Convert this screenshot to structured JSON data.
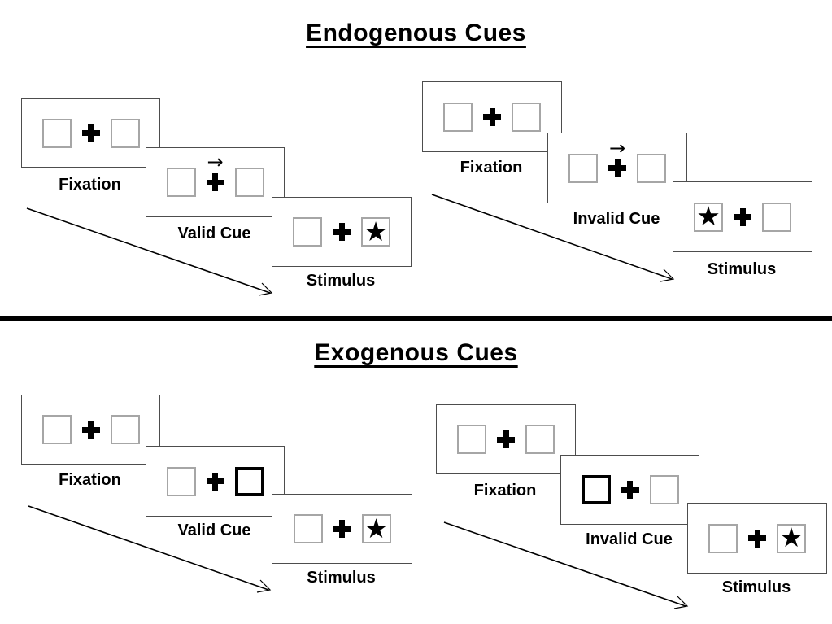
{
  "page": {
    "background": "#ffffff"
  },
  "colors": {
    "panel_border": "#4d4d4d",
    "placeholder_box_border": "#a6a6a6",
    "cue_highlight_border": "#000000",
    "symbol_color": "#000000",
    "divider_color": "#000000"
  },
  "glyphs": {
    "star": "★",
    "cue_arrow": "→"
  },
  "icons": {
    "fixation-cross-icon": "heavy plus cross",
    "cue-direction-arrow-icon": "right arrow",
    "target-star-icon": "filled five-point star",
    "time-sequence-arrow": "diagonal arrow lower-right"
  },
  "sections": [
    {
      "title": "Endogenous Cues",
      "groups": [
        {
          "name": "valid",
          "panels": [
            {
              "label": "Fixation",
              "left_box": "empty",
              "center": "cross",
              "right_box": "empty"
            },
            {
              "label": "Valid Cue",
              "left_box": "empty",
              "center": "cross_with_right_arrow",
              "right_box": "empty"
            },
            {
              "label": "Stimulus",
              "left_box": "empty",
              "center": "cross",
              "right_box": "star"
            }
          ]
        },
        {
          "name": "invalid",
          "panels": [
            {
              "label": "Fixation",
              "left_box": "empty",
              "center": "cross",
              "right_box": "empty"
            },
            {
              "label": "Invalid Cue",
              "left_box": "empty",
              "center": "cross_with_right_arrow",
              "right_box": "empty"
            },
            {
              "label": "Stimulus",
              "left_box": "star",
              "center": "cross",
              "right_box": "empty"
            }
          ]
        }
      ]
    },
    {
      "title": "Exogenous Cues",
      "groups": [
        {
          "name": "valid",
          "panels": [
            {
              "label": "Fixation",
              "left_box": "empty",
              "center": "cross",
              "right_box": "empty"
            },
            {
              "label": "Valid Cue",
              "left_box": "empty",
              "center": "cross",
              "right_box": "highlighted"
            },
            {
              "label": "Stimulus",
              "left_box": "empty",
              "center": "cross",
              "right_box": "star"
            }
          ]
        },
        {
          "name": "invalid",
          "panels": [
            {
              "label": "Fixation",
              "left_box": "empty",
              "center": "cross",
              "right_box": "empty"
            },
            {
              "label": "Invalid Cue",
              "left_box": "highlighted",
              "center": "cross",
              "right_box": "empty"
            },
            {
              "label": "Stimulus",
              "left_box": "empty",
              "center": "cross",
              "right_box": "star"
            }
          ]
        }
      ]
    }
  ]
}
